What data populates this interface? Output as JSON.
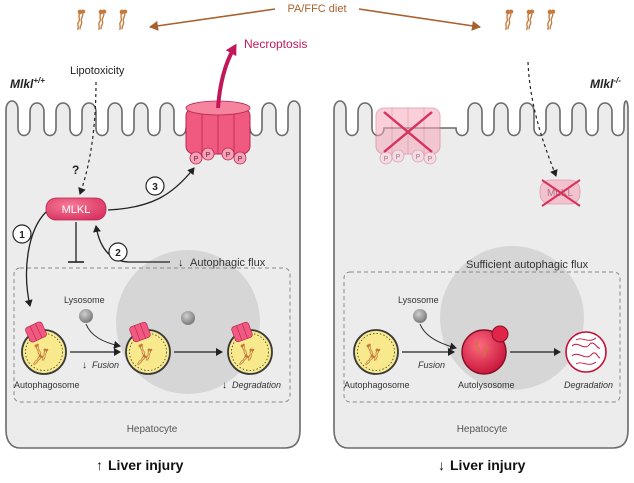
{
  "header": {
    "diet_label": "PA/FFC diet"
  },
  "left_cell": {
    "genotype_base": "Mlkl",
    "genotype_sup": "+/+",
    "lipotoxicity": "Lipotoxicity",
    "question": "?",
    "mlkl": "MLKL",
    "necroptosis": "Necroptosis",
    "step1": "1",
    "step2": "2",
    "step3": "3",
    "autophagic_flux": "Autophagic flux",
    "lysosome": "Lysosome",
    "fusion": "Fusion",
    "autophagosome": "Autophagosome",
    "degradation": "Degradation",
    "hepatocyte": "Hepatocyte",
    "p_label": "P"
  },
  "right_cell": {
    "genotype_base": "Mlkl",
    "genotype_sup": "-/-",
    "mlkl": "MLKL",
    "autophagic_flux": "Sufficient autophagic flux",
    "lysosome": "Lysosome",
    "fusion": "Fusion",
    "autophagosome": "Autophagosome",
    "autolysosome": "Autolysosome",
    "degradation": "Degradation",
    "hepatocyte": "Hepatocyte",
    "p_label": "P"
  },
  "outcomes": {
    "left": "Liver injury",
    "right": "Liver injury"
  },
  "colors": {
    "diet_brown": "#a8612f",
    "mlkl_pink": "#e8456e",
    "necroptosis_red": "#c2185b",
    "cell_fill": "#ececec",
    "cell_stroke": "#6b6b6b",
    "autophagosome_yellow": "#f7e98c",
    "lysosome_grey": "#9a9a9a",
    "autolysosome_red": "#e0244a"
  }
}
